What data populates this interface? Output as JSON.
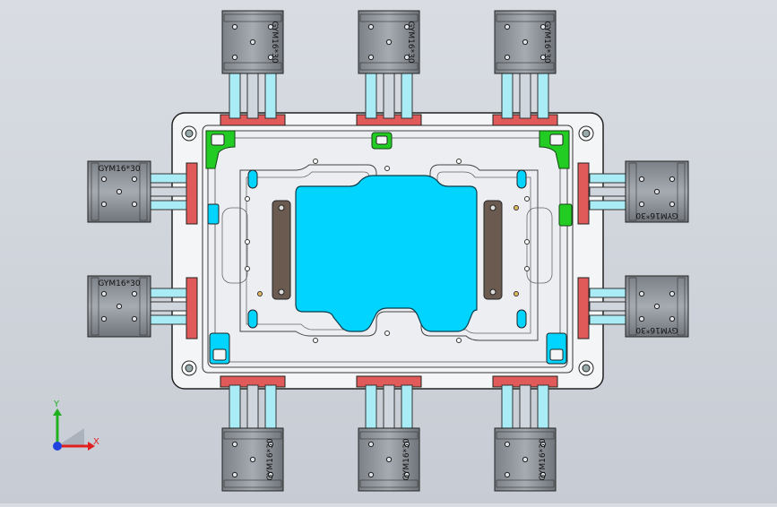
{
  "viewport": {
    "background_top": "#d9dde3",
    "background_bottom": "#c7ccd4"
  },
  "cylinder_label": "GYM16*30",
  "cylinders": [
    {
      "id": "top-1",
      "label": "GYM16*30"
    },
    {
      "id": "top-2",
      "label": "GYM16*30"
    },
    {
      "id": "top-3",
      "label": "GYM16*30"
    },
    {
      "id": "bottom-1",
      "label": "GYM16*30"
    },
    {
      "id": "bottom-2",
      "label": "GYM16*30"
    },
    {
      "id": "bottom-3",
      "label": "GYM16*30"
    },
    {
      "id": "left-1",
      "label": "GYM16*30"
    },
    {
      "id": "left-2",
      "label": "GYM16*30"
    },
    {
      "id": "right-1",
      "label": "GYM16*30"
    },
    {
      "id": "right-2",
      "label": "GYM16*30"
    }
  ],
  "triad": {
    "x_label": "X",
    "y_label": "Y",
    "x_color": "#e02020",
    "y_color": "#20b020",
    "z_color": "#2040e0"
  },
  "colors": {
    "part": "#00d4ff",
    "rod": "#a9ecf5",
    "seal": "#e05a5a",
    "clamp": "#22cc22",
    "fixture": "#f2f3f5",
    "block": "#6a5a50",
    "cylinder": "#8e939a"
  }
}
